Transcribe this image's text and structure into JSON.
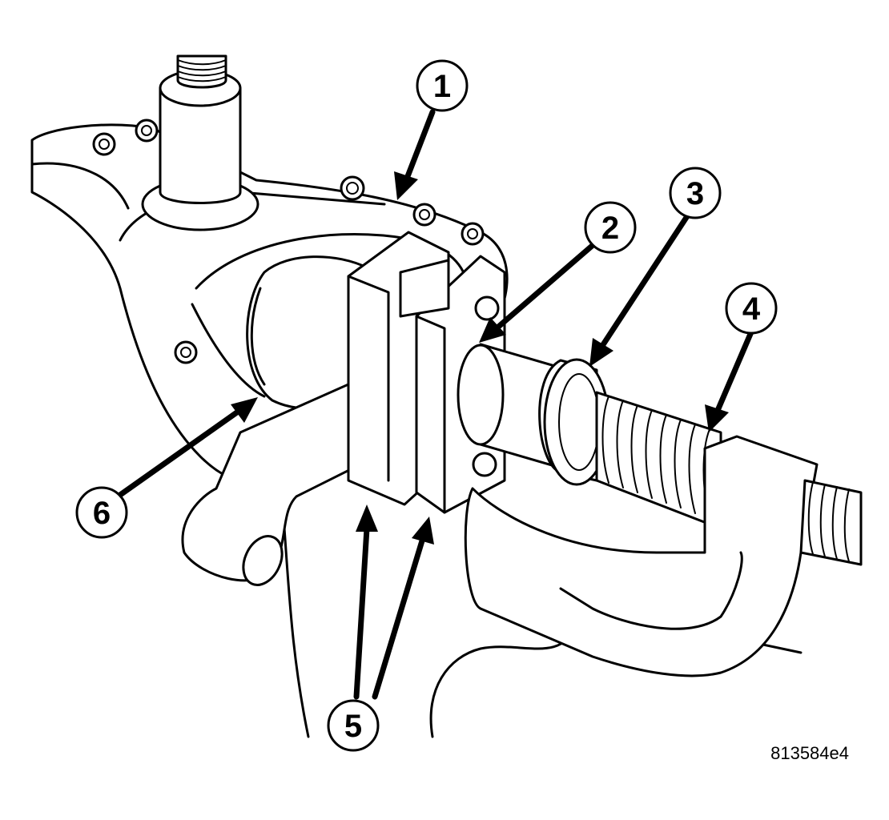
{
  "figure_id": "813584e4",
  "callouts": [
    {
      "id": "1",
      "label": "1"
    },
    {
      "id": "2",
      "label": "2"
    },
    {
      "id": "3",
      "label": "3"
    },
    {
      "id": "4",
      "label": "4"
    },
    {
      "id": "5",
      "label": "5"
    },
    {
      "id": "6",
      "label": "6"
    }
  ]
}
